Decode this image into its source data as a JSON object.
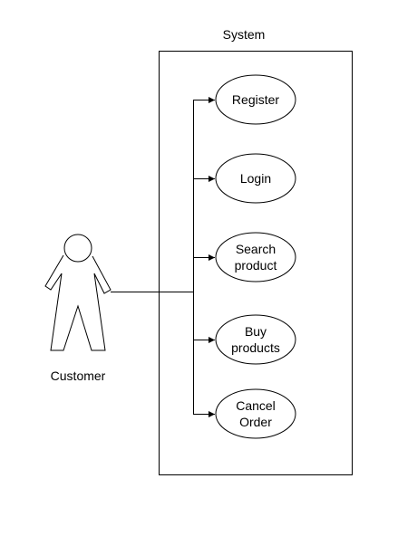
{
  "system": {
    "title": "System"
  },
  "actor": {
    "name": "Customer"
  },
  "use_cases": [
    {
      "lines": [
        "Register"
      ]
    },
    {
      "lines": [
        "Login"
      ]
    },
    {
      "lines": [
        "Search",
        "product"
      ]
    },
    {
      "lines": [
        "Buy",
        "products"
      ]
    },
    {
      "lines": [
        "Cancel",
        "Order"
      ]
    }
  ]
}
